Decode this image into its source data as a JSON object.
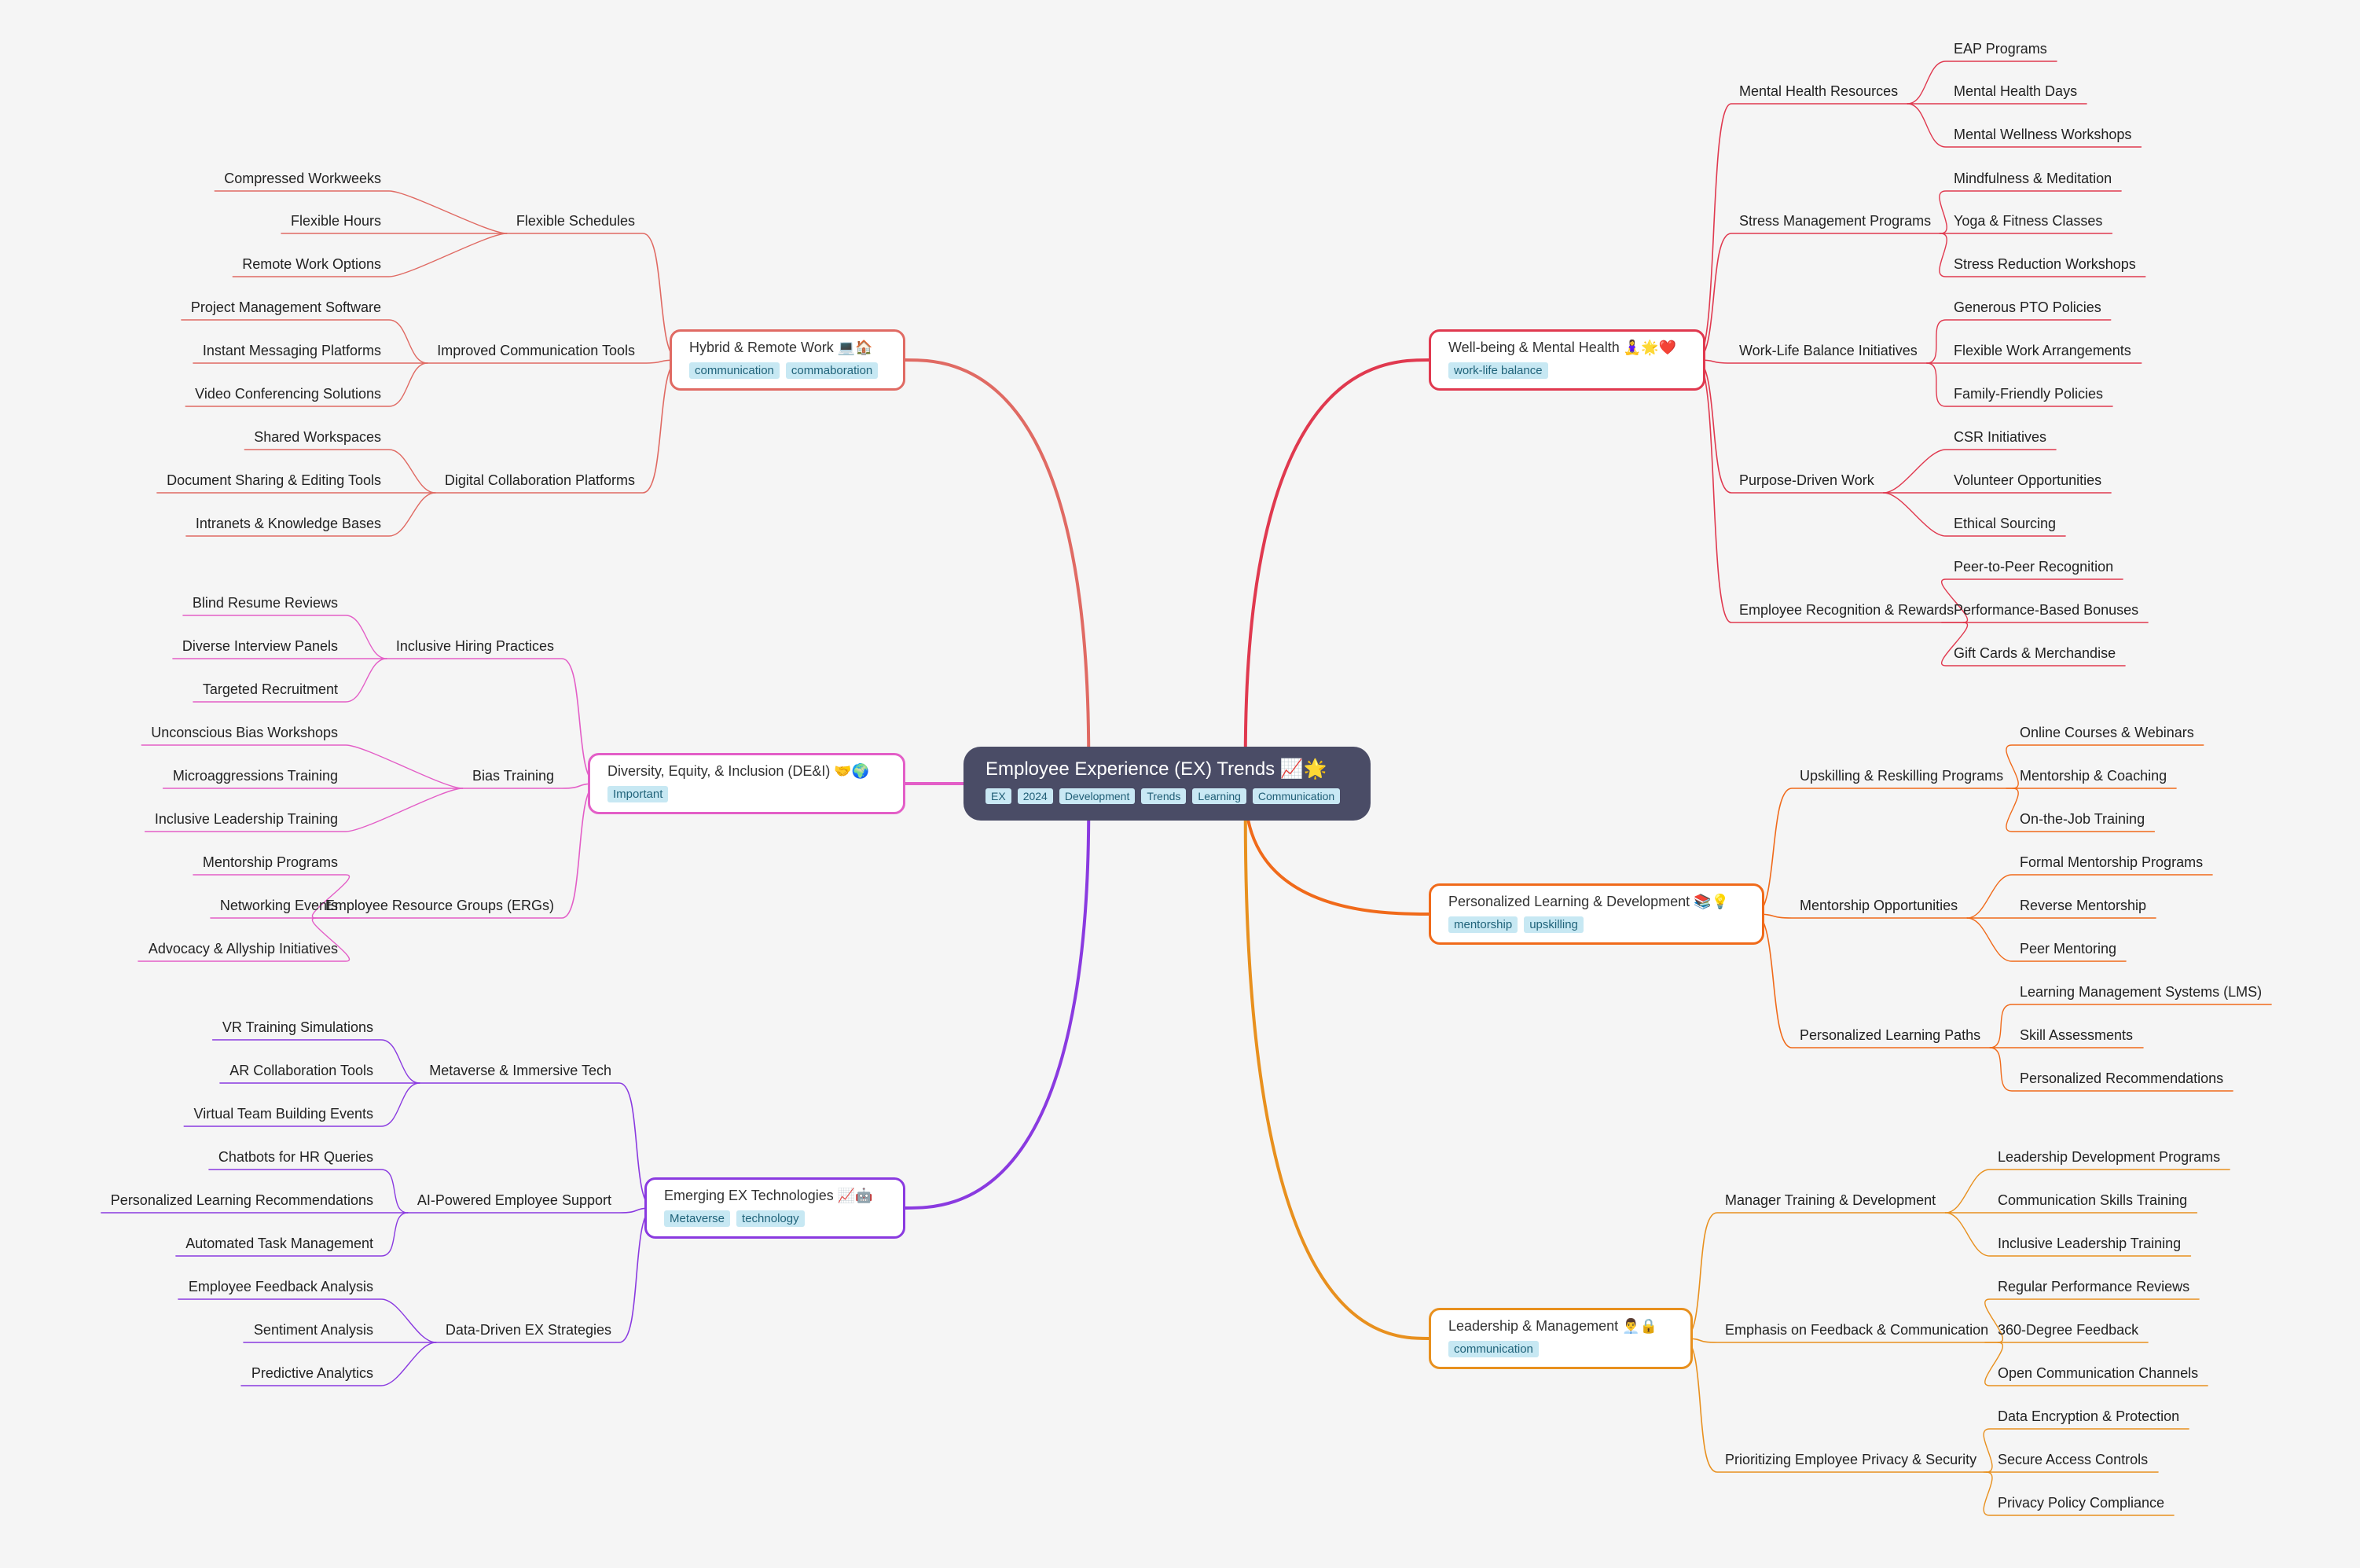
{
  "root": {
    "title": "Employee Experience (EX) Trends 📈🌟",
    "tags": [
      "EX",
      "2024",
      "Development",
      "Trends",
      "Learning",
      "Communication"
    ]
  },
  "branches": [
    {
      "id": "wellbeing",
      "side": "right",
      "color": "#e0394f",
      "title": "Well-being & Mental Health 🧘‍♀️🌟❤️",
      "tags": [
        "work-life balance"
      ],
      "children": [
        {
          "label": "Mental Health Resources",
          "children": [
            "EAP Programs",
            "Mental Health Days",
            "Mental Wellness Workshops"
          ]
        },
        {
          "label": "Stress Management Programs",
          "children": [
            "Mindfulness & Meditation",
            "Yoga & Fitness Classes",
            "Stress Reduction Workshops"
          ]
        },
        {
          "label": "Work-Life Balance Initiatives",
          "children": [
            "Generous PTO Policies",
            "Flexible Work Arrangements",
            "Family-Friendly Policies"
          ]
        },
        {
          "label": "Purpose-Driven Work",
          "children": [
            "CSR Initiatives",
            "Volunteer Opportunities",
            "Ethical Sourcing"
          ]
        },
        {
          "label": "Employee Recognition & Rewards",
          "children": [
            "Peer-to-Peer Recognition",
            "Performance-Based Bonuses",
            "Gift Cards & Merchandise"
          ]
        }
      ]
    },
    {
      "id": "learning",
      "side": "right",
      "color": "#f06a1a",
      "title": "Personalized Learning & Development 📚💡",
      "tags": [
        "mentorship",
        "upskilling"
      ],
      "children": [
        {
          "label": "Upskilling & Reskilling Programs",
          "children": [
            "Online Courses & Webinars",
            "Mentorship & Coaching",
            "On-the-Job Training"
          ]
        },
        {
          "label": "Mentorship Opportunities",
          "children": [
            "Formal Mentorship Programs",
            "Reverse Mentorship",
            "Peer Mentoring"
          ]
        },
        {
          "label": "Personalized Learning Paths",
          "children": [
            "Learning Management Systems (LMS)",
            "Skill Assessments",
            "Personalized Recommendations"
          ]
        }
      ]
    },
    {
      "id": "leadership",
      "side": "right",
      "color": "#e8901e",
      "title": "Leadership & Management 👨‍💼🔒",
      "tags": [
        "communication"
      ],
      "children": [
        {
          "label": "Manager Training & Development",
          "children": [
            "Leadership Development Programs",
            "Communication Skills Training",
            "Inclusive Leadership Training"
          ]
        },
        {
          "label": "Emphasis on Feedback & Communication",
          "children": [
            "Regular Performance Reviews",
            "360-Degree Feedback",
            "Open Communication Channels"
          ]
        },
        {
          "label": "Prioritizing Employee Privacy & Security",
          "children": [
            "Data Encryption & Protection",
            "Secure Access Controls",
            "Privacy Policy Compliance"
          ]
        }
      ]
    },
    {
      "id": "hybrid",
      "side": "left",
      "color": "#e06a63",
      "title": "Hybrid & Remote Work 💻🏠",
      "tags": [
        "communication",
        "commaboration"
      ],
      "children": [
        {
          "label": "Flexible Schedules",
          "children": [
            "Compressed Workweeks",
            "Flexible Hours",
            "Remote Work Options"
          ]
        },
        {
          "label": "Improved Communication Tools",
          "children": [
            "Project Management Software",
            "Instant Messaging Platforms",
            "Video Conferencing Solutions"
          ]
        },
        {
          "label": "Digital Collaboration Platforms",
          "children": [
            "Shared Workspaces",
            "Document Sharing & Editing Tools",
            "Intranets & Knowledge Bases"
          ]
        }
      ]
    },
    {
      "id": "dei",
      "side": "left",
      "color": "#e35ec7",
      "title": "Diversity, Equity, & Inclusion (DE&I) 🤝🌍",
      "tags": [
        "Important"
      ],
      "children": [
        {
          "label": "Inclusive Hiring Practices",
          "children": [
            "Blind Resume Reviews",
            "Diverse Interview Panels",
            "Targeted Recruitment"
          ]
        },
        {
          "label": "Bias Training",
          "children": [
            "Unconscious Bias Workshops",
            "Microaggressions Training",
            "Inclusive Leadership Training"
          ]
        },
        {
          "label": "Employee Resource Groups (ERGs)",
          "children": [
            "Mentorship Programs",
            "Networking Events",
            "Advocacy & Allyship Initiatives"
          ]
        }
      ]
    },
    {
      "id": "emerging",
      "side": "left",
      "color": "#8a3ae0",
      "title": "Emerging EX Technologies 📈🤖",
      "tags": [
        "Metaverse",
        "technology"
      ],
      "children": [
        {
          "label": "Metaverse & Immersive Tech",
          "children": [
            "VR Training Simulations",
            "AR Collaboration Tools",
            "Virtual Team Building Events"
          ]
        },
        {
          "label": "AI-Powered Employee Support",
          "children": [
            "Chatbots for HR Queries",
            "Personalized Learning Recommendations",
            "Automated Task Management"
          ]
        },
        {
          "label": "Data-Driven EX Strategies",
          "children": [
            "Employee Feedback Analysis",
            "Sentiment Analysis",
            "Predictive Analytics"
          ]
        }
      ]
    }
  ]
}
